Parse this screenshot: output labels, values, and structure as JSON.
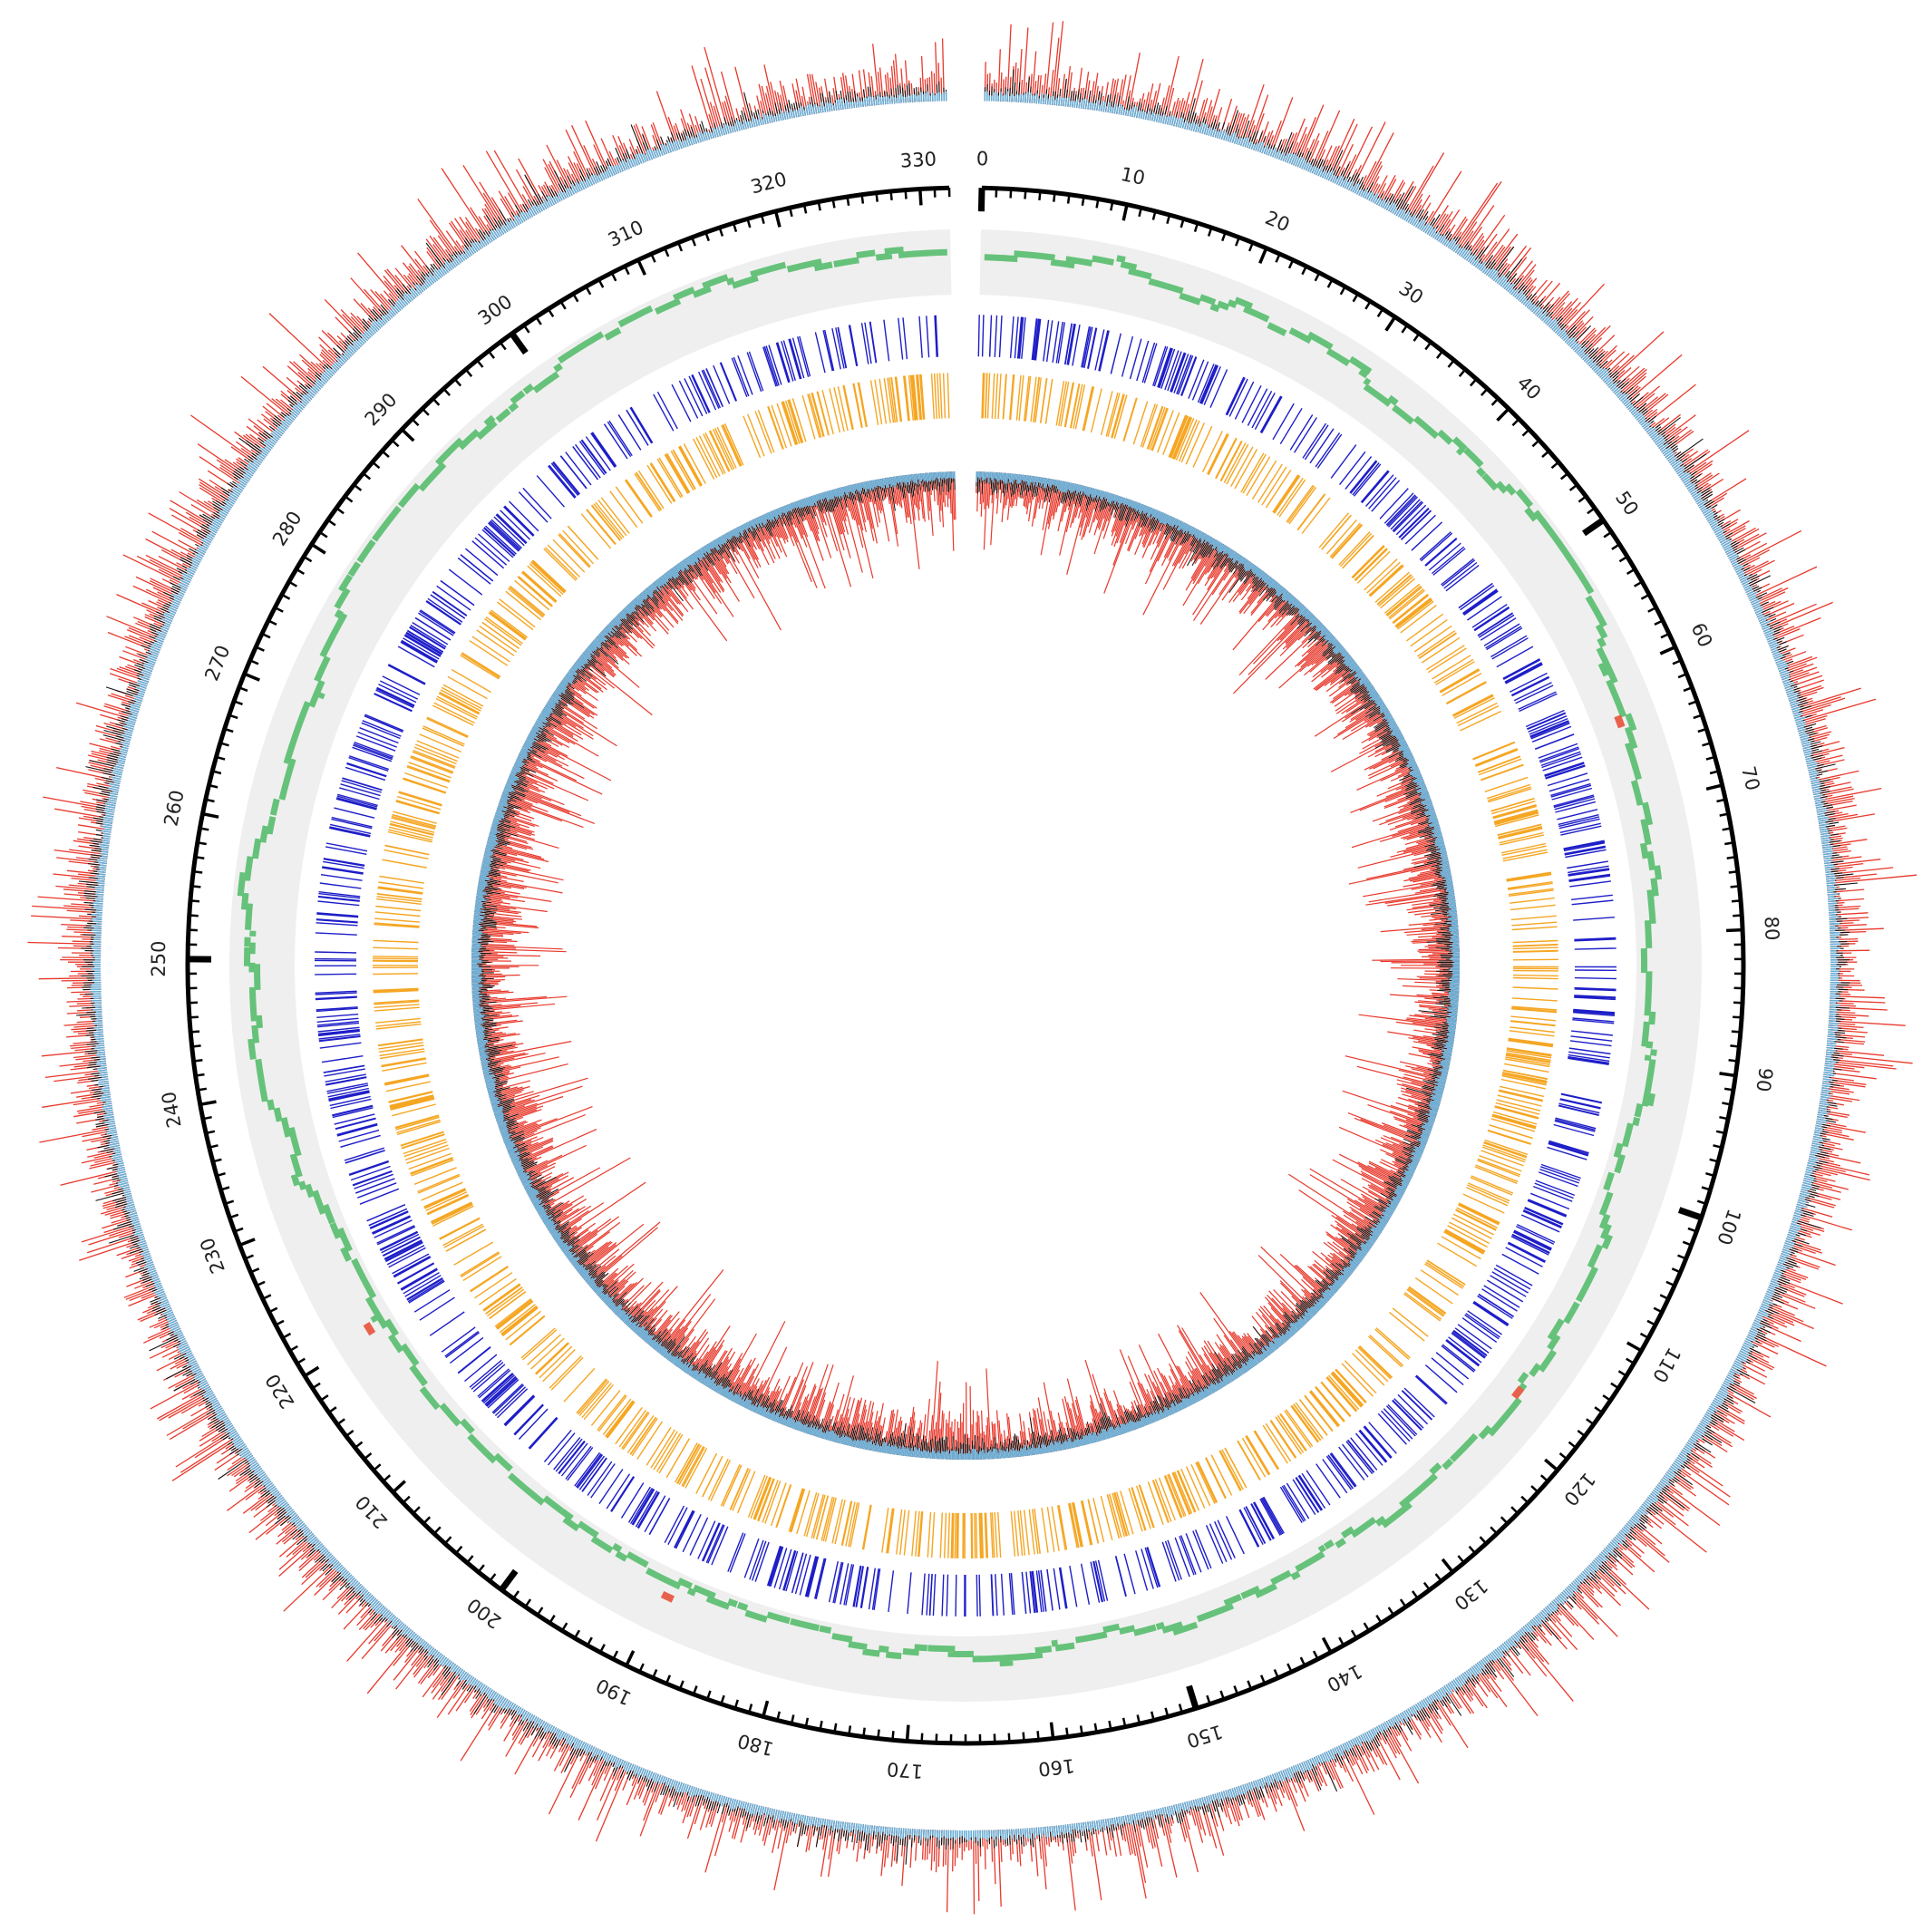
{
  "genome": {
    "length": 332,
    "tick_labels": [
      "0",
      "10",
      "20",
      "30",
      "40",
      "50",
      "60",
      "70",
      "80",
      "90",
      "100",
      "110",
      "120",
      "130",
      "140",
      "150",
      "160",
      "170",
      "180",
      "190",
      "200",
      "210",
      "220",
      "230",
      "240",
      "250",
      "260",
      "270",
      "280",
      "290",
      "300",
      "310",
      "320",
      "330"
    ],
    "tick_label_values": [
      0,
      10,
      20,
      30,
      40,
      50,
      60,
      70,
      80,
      90,
      100,
      110,
      120,
      130,
      140,
      150,
      160,
      170,
      180,
      190,
      200,
      210,
      220,
      230,
      240,
      250,
      260,
      270,
      280,
      290,
      300,
      310,
      320,
      330
    ],
    "major_tick_every": 50,
    "minor_tick_every": 1
  },
  "tracks": [
    {
      "id": "outer-coverage",
      "kind": "histogram",
      "colors": [
        "#e8392c",
        "#111111",
        "#6aaed6"
      ],
      "description": "outer coverage histogram"
    },
    {
      "id": "scale",
      "kind": "axis",
      "colors": [
        "#000000"
      ]
    },
    {
      "id": "green-features",
      "kind": "feature-blocks",
      "background": "#efefef",
      "colors": [
        "#66c27a",
        "#e8614a"
      ],
      "highlight_positions": [
        63,
        117,
        189,
        220
      ]
    },
    {
      "id": "blue-ticks",
      "kind": "tick-marks",
      "colors": [
        "#1e1ec8"
      ]
    },
    {
      "id": "orange-ticks",
      "kind": "tick-marks",
      "colors": [
        "#f5a623"
      ]
    },
    {
      "id": "inner-coverage",
      "kind": "histogram",
      "colors": [
        "#e8392c",
        "#111111",
        "#6aaed6"
      ],
      "direction": "inward"
    }
  ],
  "colors": {
    "red": "#e8392c",
    "black": "#111111",
    "light_blue": "#6aaed6",
    "green": "#66c27a",
    "highlight": "#e8614a",
    "blue": "#1e1ec8",
    "orange": "#f5a623",
    "band_bg": "#efefef"
  }
}
